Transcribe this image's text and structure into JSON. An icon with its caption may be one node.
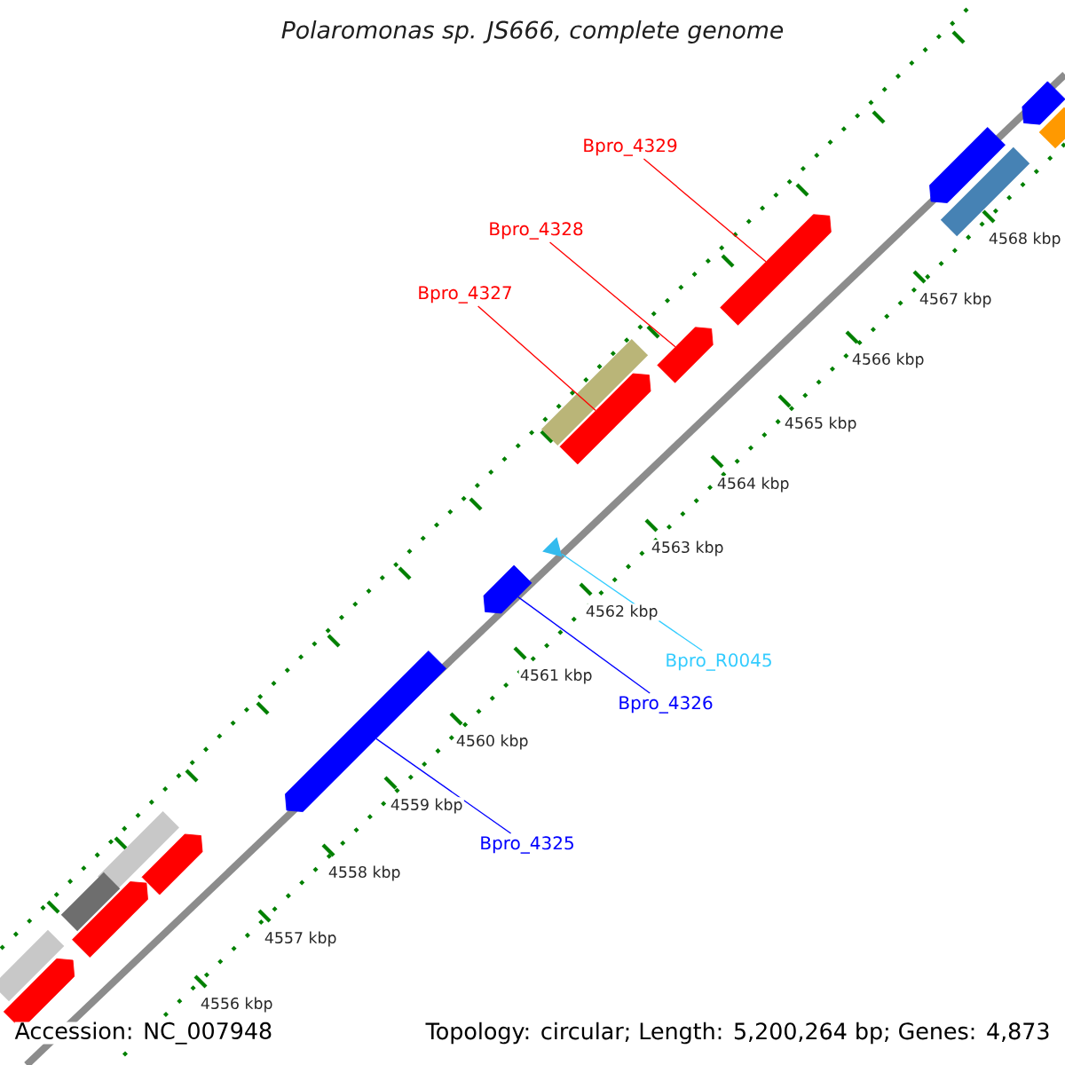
{
  "diagram": {
    "title": "Polaromonas sp. JS666, complete genome",
    "nodes": [
      {
        "text": [
          "Bpro_4329"
        ]
      },
      {
        "text": [
          "Bpro_4328"
        ]
      },
      {
        "text": [
          "Bpro_4327"
        ]
      },
      {
        "text": [
          "Bpro_R0045"
        ]
      },
      {
        "text": [
          "Bpro_4326"
        ]
      },
      {
        "text": [
          "Bpro_4325"
        ]
      },
      {
        "text": [],
        "shape": "bar"
      },
      {
        "text": [],
        "shape": "bar"
      },
      {
        "text": [],
        "shape": "bar"
      },
      {
        "text": [],
        "shape": "triangle"
      },
      {
        "text": [],
        "shape": "bar"
      },
      {
        "text": [],
        "shape": "bar"
      },
      {
        "text": [],
        "shape": "bar"
      },
      {
        "text": [],
        "shape": "bar"
      },
      {
        "text": [],
        "shape": "bar"
      },
      {
        "text": [],
        "shape": "bar"
      },
      {
        "text": [],
        "shape": "bar"
      },
      {
        "text": [],
        "shape": "bar"
      },
      {
        "text": [],
        "shape": "bar"
      },
      {
        "text": [],
        "shape": "bar"
      },
      {
        "text": [],
        "shape": "bar"
      },
      {
        "text": [],
        "shape": "bar"
      },
      {
        "text": [],
        "shape": "bar"
      }
    ],
    "edges": [
      {
        "from": 0,
        "to": 6,
        "arrow": "none",
        "color": "#ff0000"
      },
      {
        "from": 1,
        "to": 7,
        "arrow": "none",
        "color": "#ff0000"
      },
      {
        "from": 2,
        "to": 8,
        "arrow": "none",
        "color": "#ff0000"
      },
      {
        "from": 3,
        "to": 9,
        "arrow": "none",
        "color": "#33ccff"
      },
      {
        "from": 4,
        "to": 10,
        "arrow": "none",
        "color": "#0000ff"
      },
      {
        "from": 5,
        "to": 11,
        "arrow": "none",
        "color": "#0000ff"
      }
    ],
    "labels": [
      "4568 kbp",
      "4567 kbp",
      "4566 kbp",
      "4565 kbp",
      "4564 kbp",
      "4563 kbp",
      "4562 kbp",
      "4561 kbp",
      "4560 kbp",
      "4559 kbp",
      "4558 kbp",
      "4557 kbp",
      "4556 kbp",
      "Accession: NC_007948",
      "Topology: circular; Length: 5,200,264 bp; Genes: 4,873"
    ]
  }
}
